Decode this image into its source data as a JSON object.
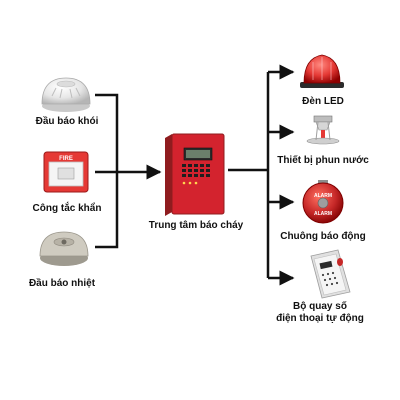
{
  "inputs": {
    "smoke_detector": "Đầu báo khói",
    "manual_call_point": "Công tắc khẩn",
    "manual_call_point_sign": "FIRE",
    "heat_detector": "Đầu báo nhiệt"
  },
  "controller": {
    "label": "Trung tâm báo cháy"
  },
  "outputs": {
    "led_light": "Đèn LED",
    "sprinkler": "Thiết bị phun nước",
    "alarm_bell": "Chuông báo động",
    "alarm_bell_text": "ALARM",
    "auto_dialer_line1": "Bộ quay số",
    "auto_dialer_line2": "điện thoại tự động"
  },
  "colors": {
    "line": "#111111",
    "panel_red": "#d3232e",
    "fire_red": "#e53935",
    "bell_red": "#c62828"
  }
}
